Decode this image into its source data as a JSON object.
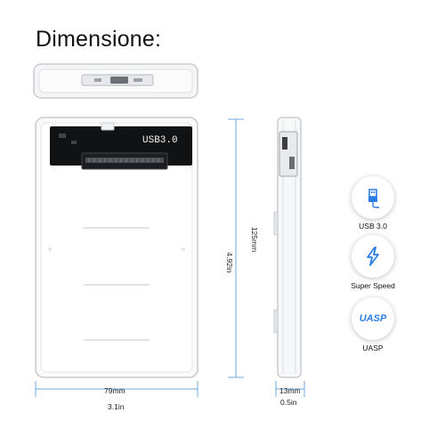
{
  "heading": "Dimensione:",
  "connector_label": "USB3.0",
  "dimensions": {
    "width_mm": "79mm",
    "width_in": "3.1in",
    "height_mm": "125mm",
    "height_in": "4.92in",
    "depth_mm": "13mm",
    "depth_in": "0.5in"
  },
  "features": [
    {
      "label": "USB 3.0",
      "icon": "usb-icon"
    },
    {
      "label": "Super Speed",
      "icon": "lightning-icon"
    },
    {
      "label": "UASP",
      "icon": "uasp-badge",
      "badge_text": "UASP"
    }
  ],
  "colors": {
    "accent_blue": "#2b7de9",
    "dimension_line": "#6fa8dc",
    "case_outline": "#c9ccd1"
  }
}
